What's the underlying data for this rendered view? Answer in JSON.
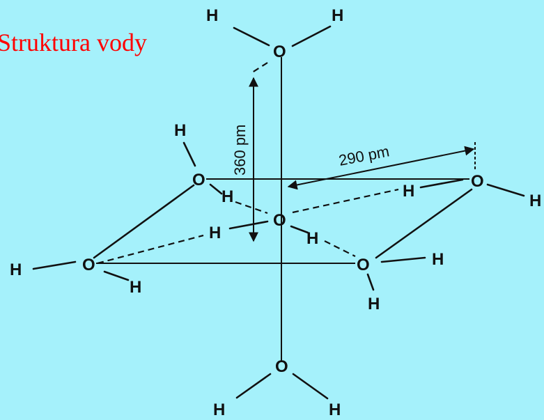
{
  "title": "Struktura vody",
  "atoms": {
    "oxygen": "O",
    "hydrogen": "H"
  },
  "dimensions": {
    "vertical": "360 pm",
    "diagonal": "290 pm"
  },
  "colors": {
    "background": "#a5f1fb",
    "title": "#ff0000",
    "ink": "#111111"
  }
}
